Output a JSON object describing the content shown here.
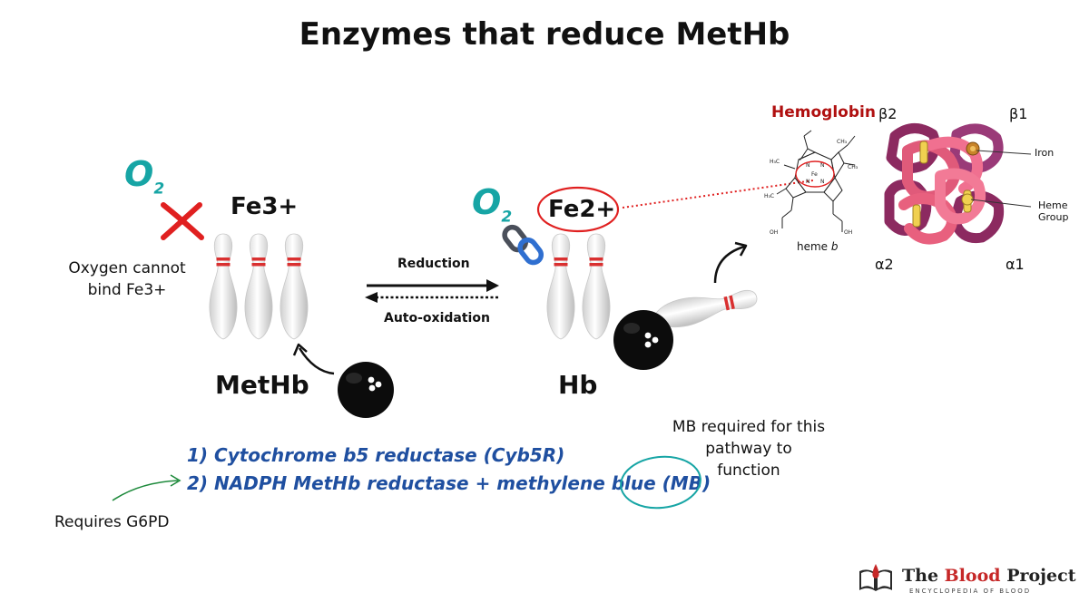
{
  "title": "Enzymes that reduce MetHb",
  "left": {
    "o2_main": "O",
    "o2_sub": "2",
    "fe_label": "Fe3+",
    "note": "Oxygen cannot bind Fe3+",
    "name": "MetHb"
  },
  "middle": {
    "forward_label": "Reduction",
    "reverse_label": "Auto-oxidation"
  },
  "right": {
    "o2_main": "O",
    "o2_sub": "2",
    "fe_label": "Fe2+",
    "name": "Hb"
  },
  "hemoglobin": {
    "title": "Hemoglobin",
    "heme_caption_main": "heme ",
    "heme_caption_ital": "b",
    "iron_label": "Fe",
    "chain_labels": [
      "β2",
      "β1",
      "α2",
      "α1"
    ],
    "iron_callout": "Iron",
    "heme_group_callout_1": "Heme",
    "heme_group_callout_2": "Group"
  },
  "enzymes": {
    "item1": "1) Cytochrome b5 reductase (Cyb5R)",
    "item2": "2) NADPH MetHb reductase + methylene blue (MB)"
  },
  "annotations": {
    "g6pd": "Requires G6PD",
    "mb_required": "MB required for this pathway to function"
  },
  "logo": {
    "name_part1": "The ",
    "name_part2": "Blood",
    "name_part3": " Project",
    "tagline": "ENCYCLOPEDIA OF BLOOD"
  },
  "colors": {
    "teal": "#17a5a5",
    "red": "#e02020",
    "enzyme_blue": "#1f4fa0",
    "hemoglobin_title": "#b01010"
  }
}
